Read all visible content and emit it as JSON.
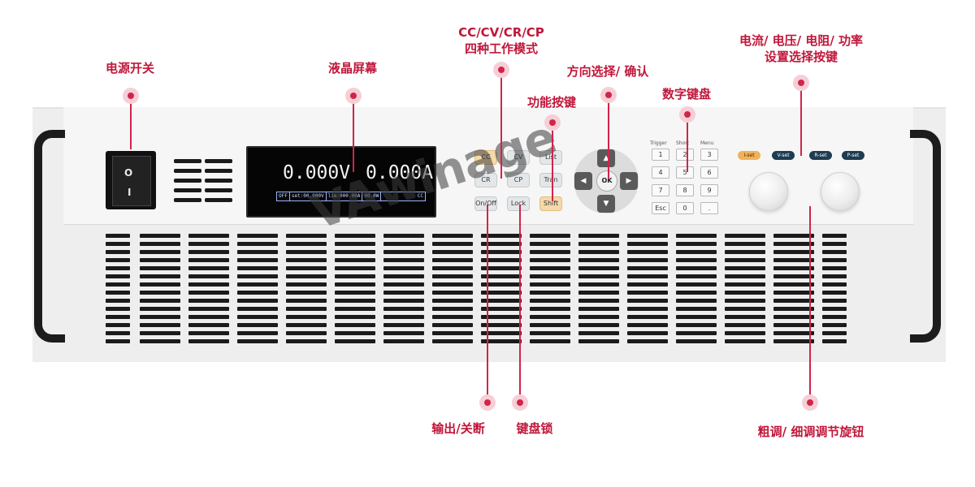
{
  "annotations": {
    "power_switch": "电源开关",
    "lcd": "液晶屏幕",
    "modes_line1": "CC/CV/CR/CP",
    "modes_line2": "四种工作模式",
    "direction_ok": "方向选择/ 确认",
    "function_keys": "功能按键",
    "numeric_keypad": "数字键盘",
    "set_keys_line1": "电流/ 电压/ 电阻/ 功率",
    "set_keys_line2": "设置选择按键",
    "output_onoff": "输出/关断",
    "keyboard_lock": "键盘锁",
    "coarse_fine_knob": "粗调/ 细调调节旋钮"
  },
  "lcd": {
    "voltage": "0.000V",
    "current": "0.000A",
    "status_off": "OFF",
    "status_set": "set:00.000V",
    "status_lim": "lim:000.00A",
    "status_power": "00.0W",
    "status_mode": "CC"
  },
  "power_switch": {
    "on_mark": "O",
    "off_mark": "I"
  },
  "mode_buttons": {
    "cc": "CC",
    "cv": "CV",
    "list": "List",
    "cr": "CR",
    "cp": "CP",
    "tran": "Tran",
    "onoff": "On/Off",
    "lock": "Lock",
    "shift": "Shift"
  },
  "nav": {
    "ok": "OK",
    "up": "▲",
    "down": "▼",
    "left": "◀",
    "right": "▶"
  },
  "keypad": {
    "labels": {
      "trigger": "Trigger",
      "short": "Short",
      "menu": "Menu"
    },
    "keys": [
      "1",
      "2",
      "3",
      "4",
      "5",
      "6",
      "7",
      "8",
      "9",
      "Esc",
      "0",
      "."
    ]
  },
  "set_buttons": {
    "iset": "I-set",
    "vset": "V-set",
    "rset": "R-set",
    "pset": "P-set"
  },
  "watermark": "VAwinage",
  "colors": {
    "accent": "#c0173a",
    "dot": "#d2244a",
    "iset": "#f0b25a",
    "set_dark": "#1e3c52"
  }
}
